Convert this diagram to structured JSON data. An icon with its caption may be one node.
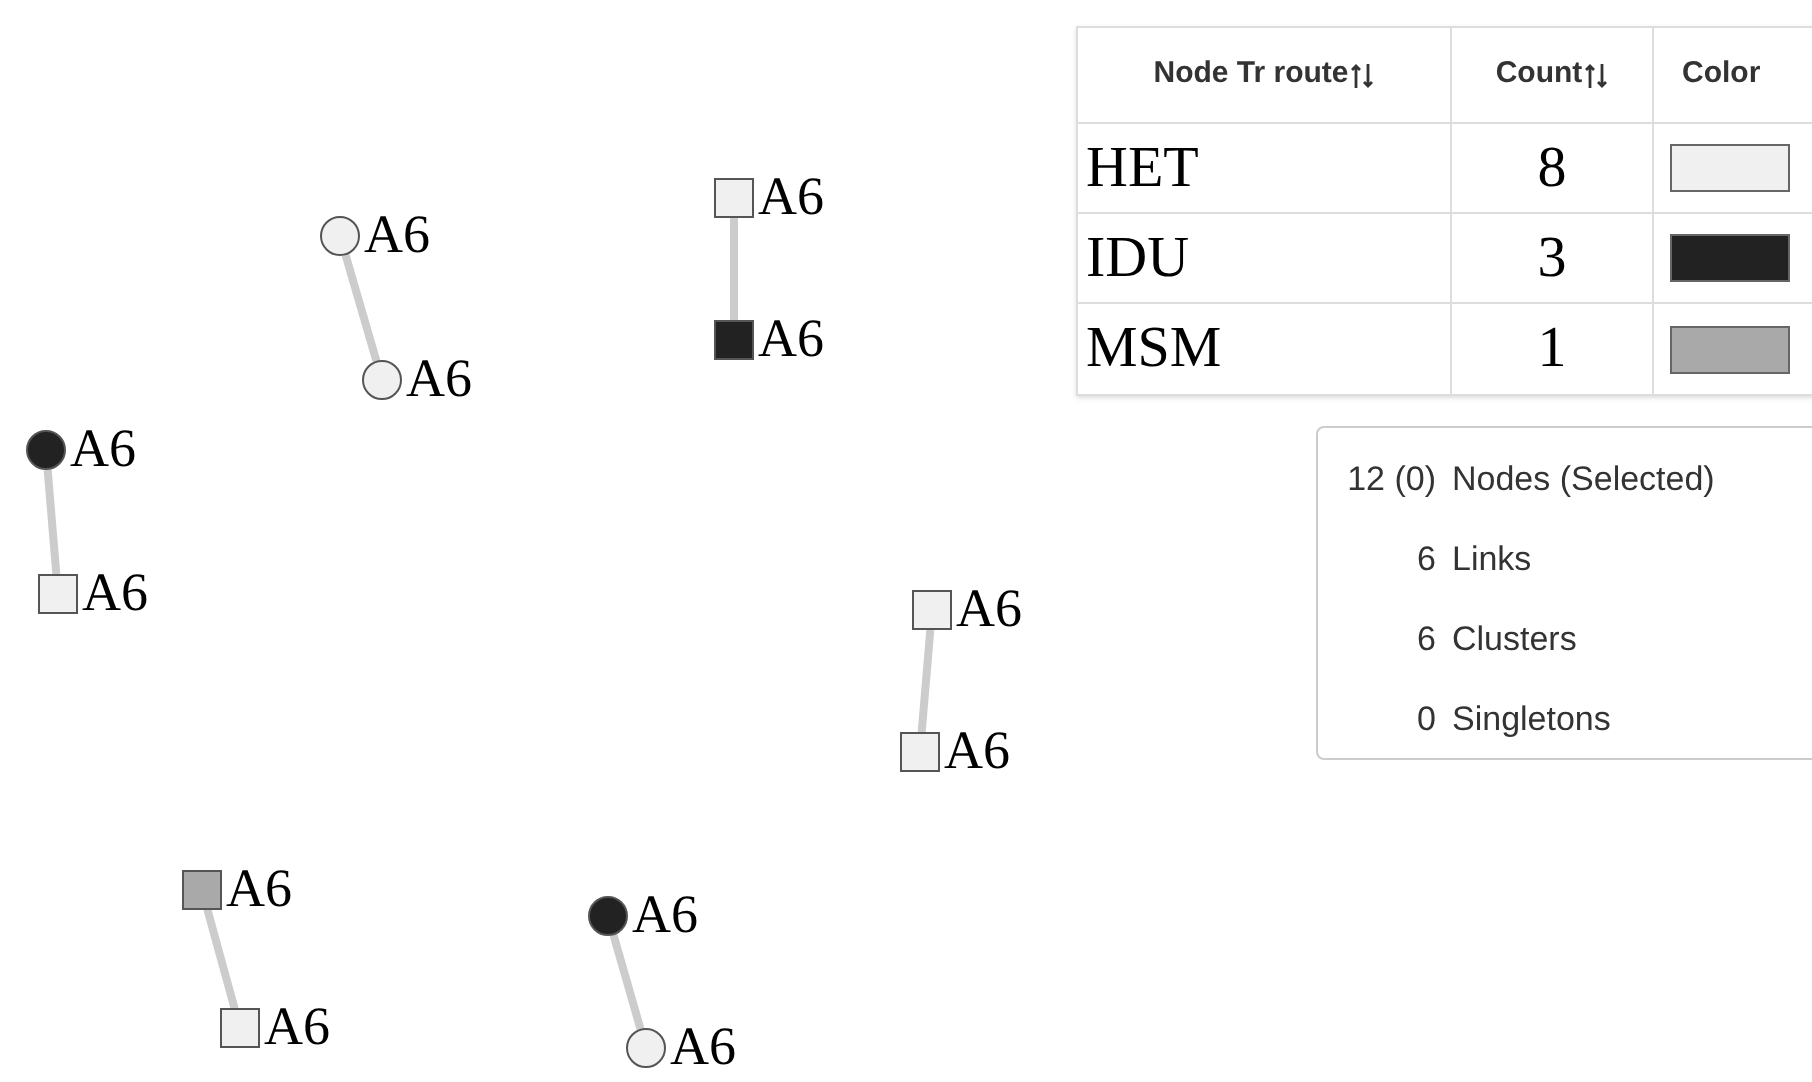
{
  "diagram": {
    "nodes": [
      {
        "text": [],
        "shape": "circle",
        "beside": [
          "A6"
        ]
      },
      {
        "text": [],
        "shape": "circle",
        "beside": [
          "A6"
        ]
      },
      {
        "text": [],
        "shape": "circle",
        "beside": [
          "A6"
        ]
      },
      {
        "text": [],
        "shape": "box",
        "beside": [
          "A6"
        ]
      },
      {
        "text": [],
        "shape": "box",
        "beside": [
          "A6"
        ]
      },
      {
        "text": [],
        "shape": "box",
        "beside": [
          "A6"
        ]
      },
      {
        "text": [],
        "shape": "box",
        "beside": [
          "A6"
        ]
      },
      {
        "text": [],
        "shape": "box",
        "beside": [
          "A6"
        ]
      },
      {
        "text": [],
        "shape": "box",
        "beside": [
          "A6"
        ]
      },
      {
        "text": [],
        "shape": "box",
        "beside": [
          "A6"
        ]
      },
      {
        "text": [],
        "shape": "circle",
        "beside": [
          "A6"
        ]
      },
      {
        "text": [],
        "shape": "circle",
        "beside": [
          "A6"
        ]
      }
    ],
    "edges": [
      {
        "from": 0,
        "to": 1,
        "arrow": "none"
      },
      {
        "from": 2,
        "to": 3,
        "arrow": "none"
      },
      {
        "from": 4,
        "to": 5,
        "arrow": "none"
      },
      {
        "from": 6,
        "to": 7,
        "arrow": "none"
      },
      {
        "from": 8,
        "to": 9,
        "arrow": "none"
      },
      {
        "from": 10,
        "to": 11,
        "arrow": "none"
      }
    ],
    "labels": [
      "Node Tr route",
      "Count",
      "Color",
      "8",
      "3",
      "1",
      "12 (0)",
      "Nodes (Selected)",
      "6",
      "Links",
      "6",
      "Clusters",
      "0",
      "Singletons"
    ],
    "legend": [
      {
        "text": "HET",
        "color": "#f0f0f0"
      },
      {
        "text": "IDU",
        "color": "#222222"
      },
      {
        "text": "MSM",
        "color": "#a9a9a9"
      }
    ]
  }
}
